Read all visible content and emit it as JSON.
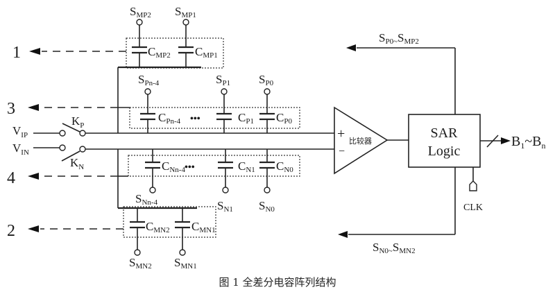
{
  "figure": {
    "caption": "图 1 全差分电容阵列结构"
  },
  "side_labels": {
    "l1": "1",
    "l2": "2",
    "l3": "3",
    "l4": "4"
  },
  "inputs": {
    "vip": {
      "main": "V",
      "sub": "IP"
    },
    "vin": {
      "main": "V",
      "sub": "IN"
    },
    "kp": {
      "main": "K",
      "sub": "P"
    },
    "kn": {
      "main": "K",
      "sub": "N"
    }
  },
  "mp_group": {
    "caps": [
      {
        "main": "C",
        "sub": "MP2"
      },
      {
        "main": "C",
        "sub": "MP1"
      }
    ],
    "switches": [
      {
        "main": "S",
        "sub": "MP2"
      },
      {
        "main": "S",
        "sub": "MP1"
      }
    ]
  },
  "p_bank": {
    "caps": [
      {
        "main": "C",
        "sub": "Pn-4"
      },
      {
        "main": "C",
        "sub": "P1"
      },
      {
        "main": "C",
        "sub": "P0"
      }
    ],
    "switches": [
      {
        "main": "S",
        "sub": "Pn-4"
      },
      {
        "main": "S",
        "sub": "P1"
      },
      {
        "main": "S",
        "sub": "P0"
      }
    ],
    "ellipsis": "•••"
  },
  "n_bank": {
    "caps": [
      {
        "main": "C",
        "sub": "Nn-4"
      },
      {
        "main": "C",
        "sub": "N1"
      },
      {
        "main": "C",
        "sub": "N0"
      }
    ],
    "switches": [
      {
        "main": "S",
        "sub": "Nn-4"
      },
      {
        "main": "S",
        "sub": "N1"
      },
      {
        "main": "S",
        "sub": "N0"
      }
    ],
    "ellipsis": "•••"
  },
  "mn_group": {
    "caps": [
      {
        "main": "C",
        "sub": "MN2"
      },
      {
        "main": "C",
        "sub": "MN1"
      }
    ],
    "switches": [
      {
        "main": "S",
        "sub": "MN2"
      },
      {
        "main": "S",
        "sub": "MN1"
      }
    ]
  },
  "comparator": {
    "label": "比较器",
    "plus": "+",
    "minus": "−"
  },
  "sar": {
    "line1": "SAR",
    "line2": "Logic"
  },
  "output": {
    "b1": {
      "main": "B",
      "sub": "1"
    },
    "tilde": "~",
    "bn": {
      "main": "B",
      "sub": "n"
    }
  },
  "clock": {
    "label": "CLK"
  },
  "feedback": {
    "top": {
      "s1": "S",
      "s1sub": "P0",
      "tilde": "~",
      "s2": "S",
      "s2sub": "MP2"
    },
    "bottom": {
      "s1": "S",
      "s1sub": "N0",
      "tilde": "~",
      "s2": "S",
      "s2sub": "MN2"
    }
  }
}
